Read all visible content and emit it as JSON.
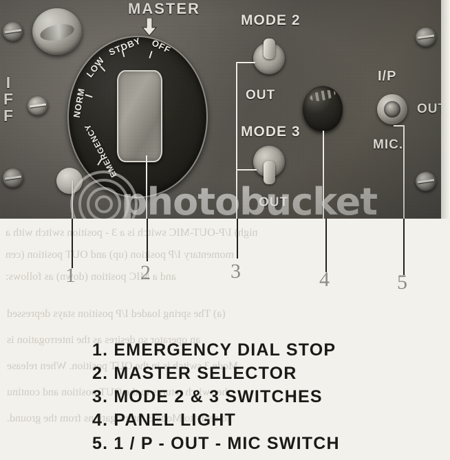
{
  "panel": {
    "left_edge_label": "IFF",
    "master_label": "MASTER",
    "dial": {
      "positions": [
        "NORM",
        "LOW",
        "STDBY",
        "OFF"
      ],
      "emergency_label": "EMERGENCY"
    },
    "mode2": {
      "label": "MODE 2",
      "out_label": "OUT",
      "state": "up"
    },
    "mode3": {
      "label": "MODE 3",
      "out_label": "OUT",
      "state": "down"
    },
    "ip_switch": {
      "top_label": "I/P",
      "right_label": "OUT",
      "bottom_label": "MIC."
    },
    "watermark": "photobucket"
  },
  "callouts": {
    "numbers": [
      "1",
      "2",
      "3",
      "4",
      "5"
    ]
  },
  "ghost_text": {
    "lines": [
      "nigh) I/P-OUT-MIC switch is a 3 - position switch with a",
      "momentary I/P position (up)  and  OUT position (cen",
      "and a MIC position (down) as follows:",
      "(a) The spring loaded I/P position stays depressed",
      "an operator so desires as the interrogation is",
      "Mode 3 switch is in the OUT position. When release",
      "the switch returns to the OUT position and continu",
      "to reply to Mode 3 interrogations from the ground."
    ]
  },
  "legend": {
    "items": [
      "1. EMERGENCY DIAL STOP",
      "2. MASTER SELECTOR",
      "3. MODE 2 & 3 SWITCHES",
      "4. PANEL LIGHT",
      "5. 1 / P - OUT - MIC SWITCH"
    ]
  },
  "colors": {
    "panel_gray": "#64605a",
    "label_white": "#e6e3db",
    "ink_black": "#1c1a17",
    "ghost_gray": "#c9c5bc",
    "callout_gray": "#8c8a86"
  }
}
